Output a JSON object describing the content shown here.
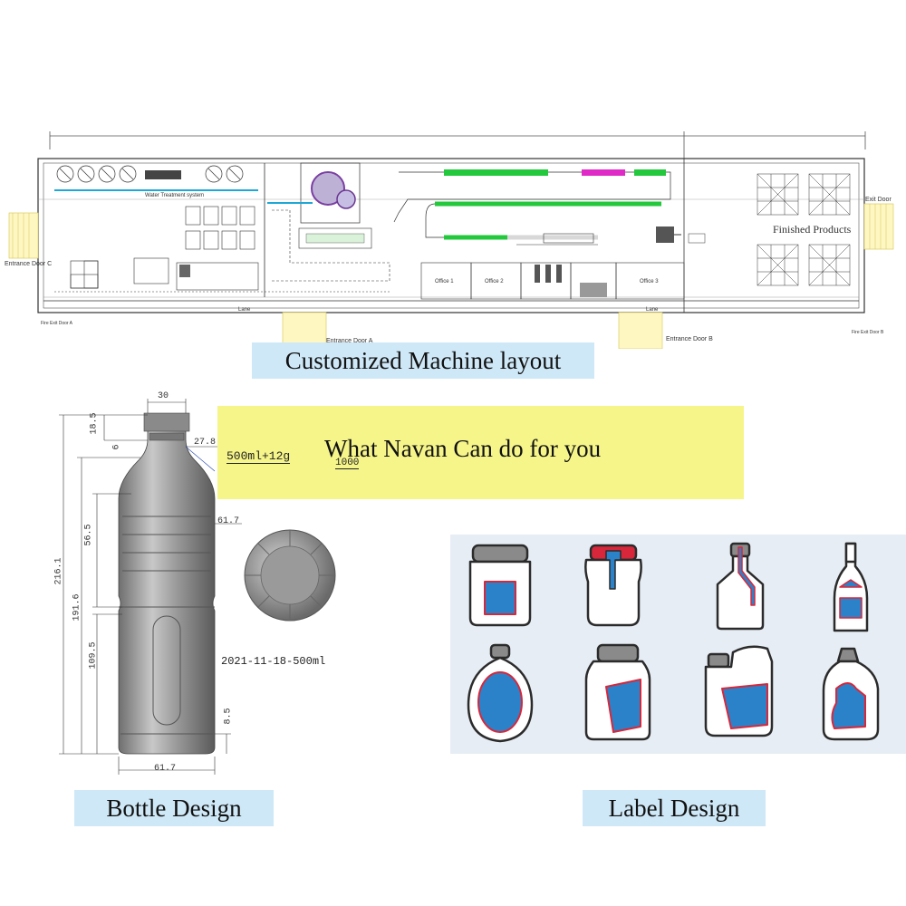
{
  "layout_section": {
    "caption": "Customized Machine layout",
    "labels": {
      "water_treatment": "Water Treatment system",
      "finished_products": "Finished Products",
      "office_1": "Office 1",
      "office_2": "Office 2",
      "office_3": "Office 3",
      "entrance_door_a": "Entrance Door A",
      "entrance_door_b": "Entrance Door B",
      "entrance_door_c": "Entrance Door C",
      "exit_door": "Exit Door",
      "fire_exit_a": "Fire Exit Door A",
      "fire_exit_b": "Fire Exit Door B",
      "lane_left": "Lane",
      "lane_right": "Lane"
    }
  },
  "banner": {
    "text": "What Navan Can do for you",
    "annotation": "500ml+12g",
    "annotation2": "1000"
  },
  "bottle_section": {
    "caption": "Bottle Design",
    "dimensions": {
      "top_width": "30",
      "neck_height": "18.5",
      "neck_step": "6",
      "shoulder": "27.8",
      "body_width": "61.7",
      "ribs_height": "56.5",
      "total_height": "216.1",
      "body_height": "191.6",
      "lower_height": "109.5",
      "base_height": "8.5",
      "bottom_width": "61.7"
    },
    "code": "2021-11-18-500ml"
  },
  "label_section": {
    "caption": "Label Design",
    "items": [
      "jar-wide",
      "jar-seal",
      "bottle-strip",
      "wine-bottle",
      "oval-bottle",
      "square-jar",
      "jerry-can",
      "detergent-bottle"
    ]
  },
  "colors": {
    "caption_bg": "#cfe8f7",
    "banner_bg": "#f6f58a",
    "label_blue": "#2b82c9",
    "label_red": "#d8273a",
    "conveyor_green": "#24c83c",
    "conveyor_magenta": "#e02ac8"
  }
}
